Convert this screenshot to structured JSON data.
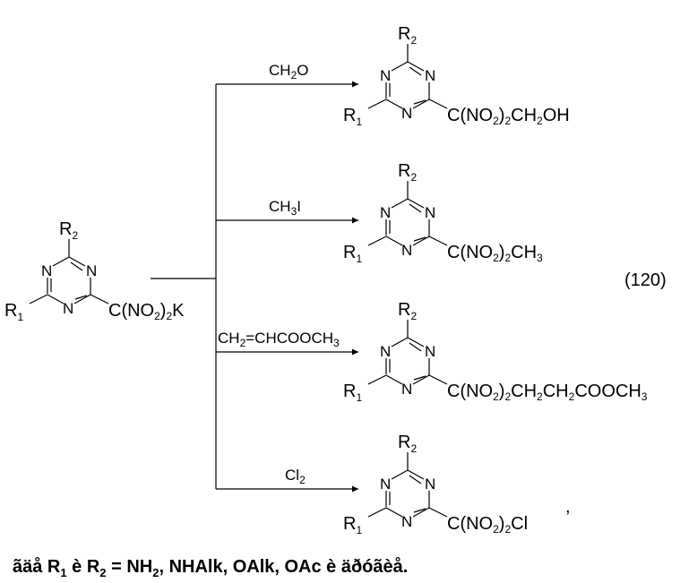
{
  "scheme_number": "(120)",
  "trailing_comma": ",",
  "starting_material": {
    "r2": [
      "R",
      "2"
    ],
    "r1": [
      "R",
      "1"
    ],
    "n_atoms": [
      "N",
      "N",
      "N"
    ],
    "substituent": [
      [
        "C(NO",
        false
      ],
      [
        "2",
        true
      ],
      [
        ")",
        false
      ],
      [
        "2",
        true
      ],
      [
        "K",
        false
      ]
    ]
  },
  "reactions": [
    {
      "reagent": [
        [
          "CH",
          false
        ],
        [
          "2",
          true
        ],
        [
          "O",
          false
        ]
      ],
      "product": {
        "r2": [
          "R",
          "2"
        ],
        "r1": [
          "R",
          "1"
        ],
        "n_atoms": [
          "N",
          "N",
          "N"
        ],
        "substituent": [
          [
            "C(NO",
            false
          ],
          [
            "2",
            true
          ],
          [
            ")",
            false
          ],
          [
            "2",
            true
          ],
          [
            "CH",
            false
          ],
          [
            "2",
            true
          ],
          [
            "OH",
            false
          ]
        ]
      }
    },
    {
      "reagent": [
        [
          "CH",
          false
        ],
        [
          "3",
          true
        ],
        [
          "I",
          false
        ]
      ],
      "product": {
        "r2": [
          "R",
          "2"
        ],
        "r1": [
          "R",
          "1"
        ],
        "n_atoms": [
          "N",
          "N",
          "N"
        ],
        "substituent": [
          [
            "C(NO",
            false
          ],
          [
            "2",
            true
          ],
          [
            ")",
            false
          ],
          [
            "2",
            true
          ],
          [
            "CH",
            false
          ],
          [
            "3",
            true
          ]
        ]
      }
    },
    {
      "reagent": [
        [
          "CH",
          false
        ],
        [
          "2",
          true
        ],
        [
          "=CHCOOCH",
          false
        ],
        [
          "3",
          true
        ]
      ],
      "product": {
        "r2": [
          "R",
          "2"
        ],
        "r1": [
          "R",
          "1"
        ],
        "n_atoms": [
          "N",
          "N",
          "N"
        ],
        "substituent": [
          [
            "C(NO",
            false
          ],
          [
            "2",
            true
          ],
          [
            ")",
            false
          ],
          [
            "2",
            true
          ],
          [
            "CH",
            false
          ],
          [
            "2",
            true
          ],
          [
            "CH",
            false
          ],
          [
            "2",
            true
          ],
          [
            "COOCH",
            false
          ],
          [
            "3",
            true
          ]
        ]
      }
    },
    {
      "reagent": [
        [
          "Cl",
          false
        ],
        [
          "2",
          true
        ]
      ],
      "product": {
        "r2": [
          "R",
          "2"
        ],
        "r1": [
          "R",
          "1"
        ],
        "n_atoms": [
          "N",
          "N",
          "N"
        ],
        "substituent": [
          [
            "C(NO",
            false
          ],
          [
            "2",
            true
          ],
          [
            ")",
            false
          ],
          [
            "2",
            true
          ],
          [
            "Cl",
            false
          ]
        ]
      }
    }
  ],
  "caption": [
    [
      "ãäå R",
      false
    ],
    [
      "1",
      true
    ],
    [
      " è R",
      false
    ],
    [
      "2",
      true
    ],
    [
      " = NH",
      false
    ],
    [
      "2",
      true
    ],
    [
      ", NHAlk, OAlk, OAc è äðóãèå.",
      false
    ]
  ]
}
